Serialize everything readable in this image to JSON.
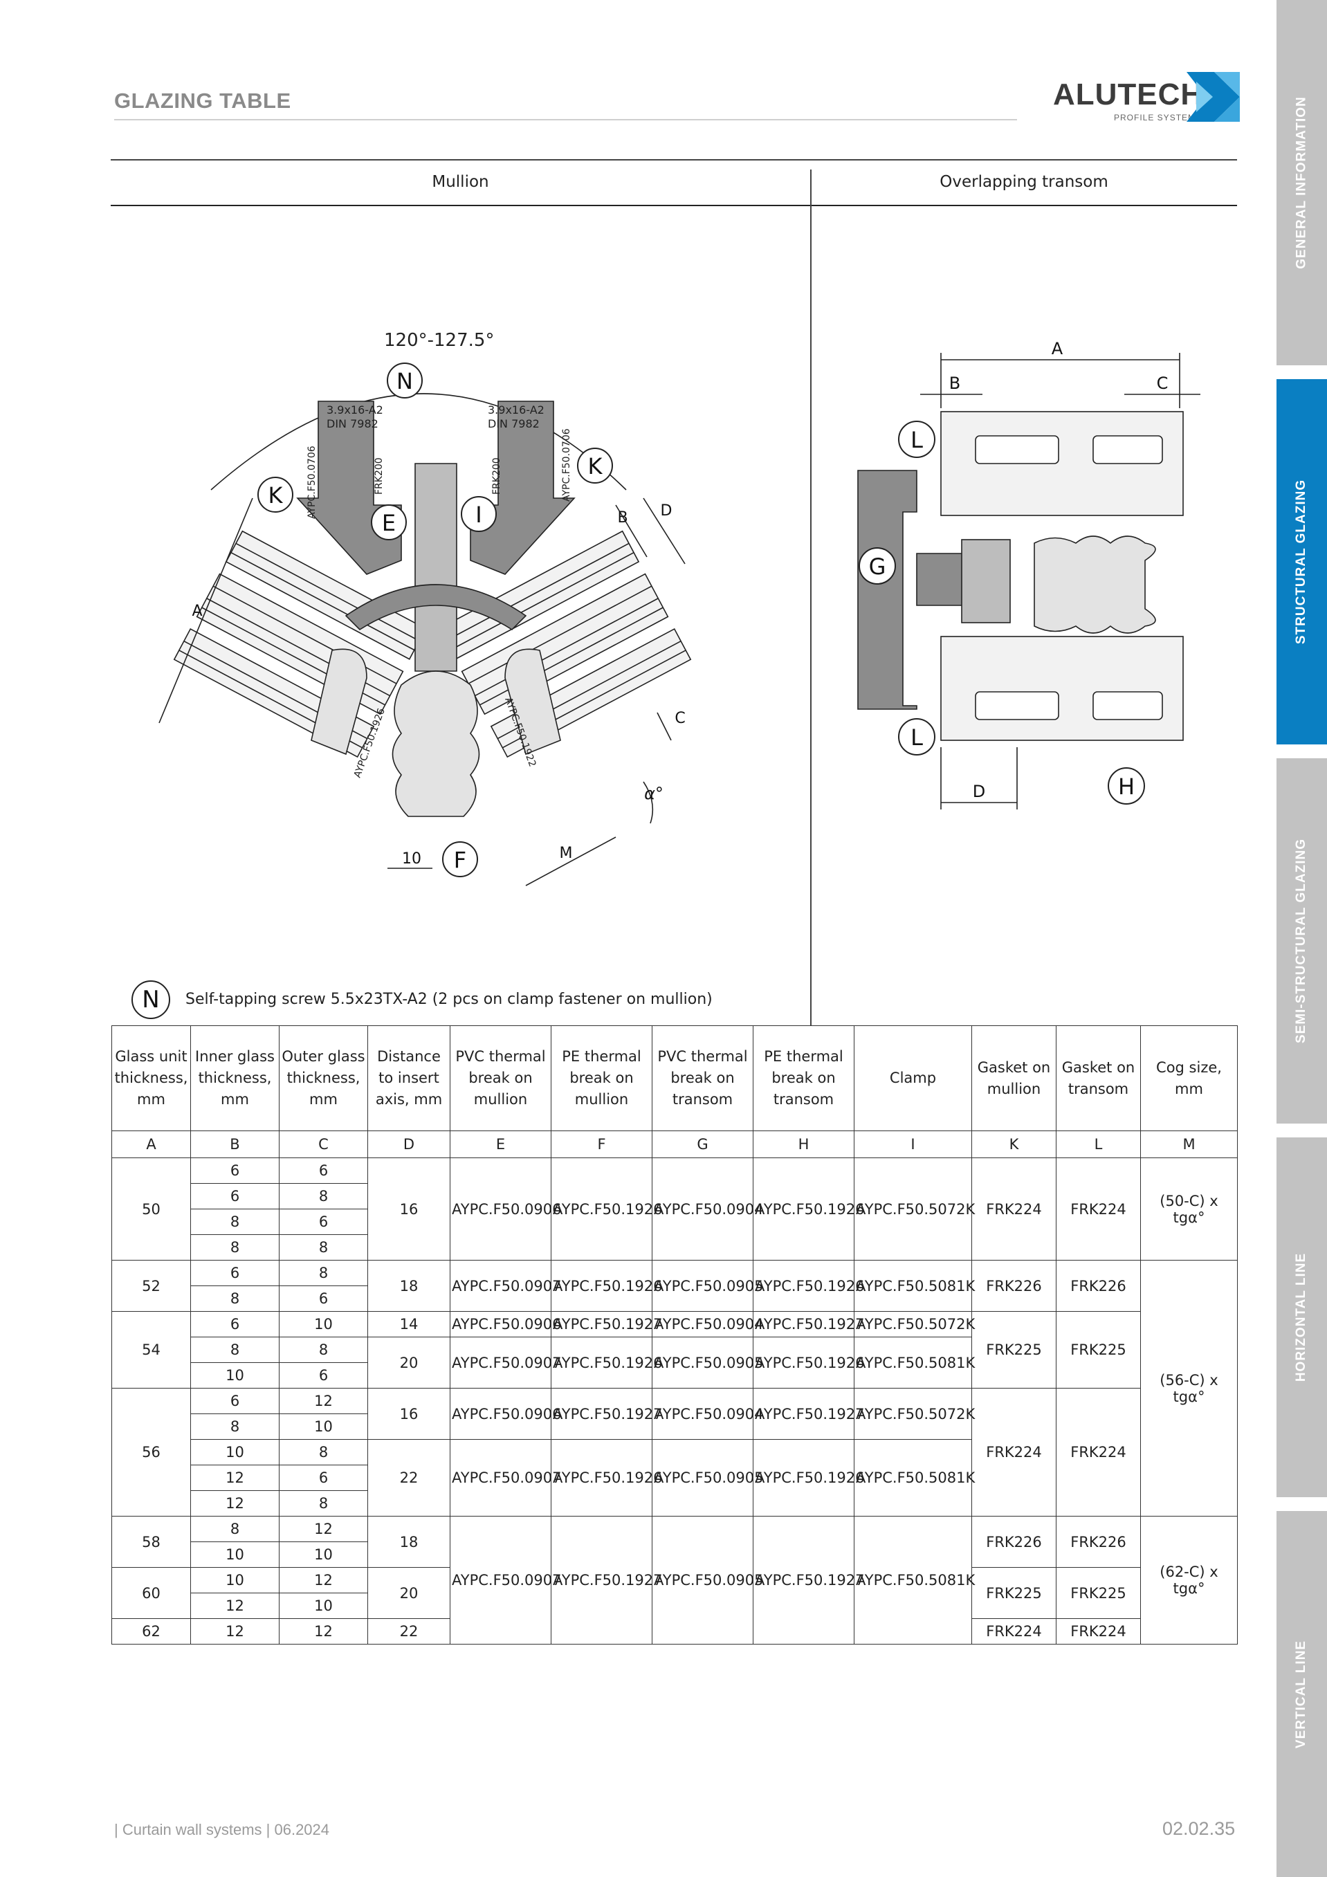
{
  "header": {
    "title": "GLAZING TABLE"
  },
  "logo": {
    "name": "ALUTECH",
    "sub": "PROFILE SYSTEMS"
  },
  "side_tabs": [
    {
      "label": "GENERAL INFORMATION",
      "active": false
    },
    {
      "label": "STRUCTURAL GLAZING",
      "active": true
    },
    {
      "label": "SEMI-STRUCTURAL GLAZING",
      "active": false
    },
    {
      "label": "HORIZONTAL LINE",
      "active": false
    },
    {
      "label": "VERTICAL LINE",
      "active": false
    }
  ],
  "colors": {
    "accent": "#0a7fc2",
    "tab_gray": "#c2c2c2",
    "profile_gray": "#8c8c8c"
  },
  "sections": {
    "left": "Mullion",
    "right": "Overlapping transom"
  },
  "mullion_drawing": {
    "angle": "120°-127.5°",
    "screw_label": "3.9x16-A2",
    "din_label": "DIN 7982",
    "gasket_k_code": "AYPC.F50.0706",
    "frk_code": "FRK200",
    "thermal_code_left": "AYPC.F50.1926",
    "thermal_code_right": "AYPC.F50.1922",
    "dim_10": "10",
    "letters": {
      "N": "N",
      "K": "K",
      "E": "E",
      "I": "I",
      "F": "F",
      "A": "A",
      "B": "B",
      "C": "C",
      "D": "D",
      "M": "M",
      "alpha": "α°"
    }
  },
  "transom_drawing": {
    "letters": {
      "A": "A",
      "B": "B",
      "C": "C",
      "D": "D",
      "G": "G",
      "H": "H",
      "L": "L"
    }
  },
  "note": {
    "marker": "N",
    "text": "Self-tapping screw 5.5x23TX-A2 (2 pcs on clamp fastener on mullion)"
  },
  "table": {
    "headers": [
      "Glass unit thickness, mm",
      "Inner glass thickness, mm",
      "Outer glass thickness, mm",
      "Distance to insert axis, mm",
      "PVC thermal break on mullion",
      "PE thermal break on mullion",
      "PVC thermal break on transom",
      "PE thermal break on transom",
      "Clamp",
      "Gasket on mullion",
      "Gasket on transom",
      "Cog size, mm"
    ],
    "letters": [
      "A",
      "B",
      "C",
      "D",
      "E",
      "F",
      "G",
      "H",
      "I",
      "K",
      "L",
      "M"
    ],
    "rows": [
      {
        "A": "50",
        "B": "6",
        "C": "6",
        "D": "16",
        "E": "AYPC.F50.0906",
        "F": "AYPC.F50.1926",
        "G": "AYPC.F50.0904",
        "H": "AYPC.F50.1926",
        "I": "AYPC.F50.5072K",
        "K": "FRK224",
        "L": "FRK224",
        "M": "(50-C) x tgα°"
      },
      {
        "B": "6",
        "C": "8"
      },
      {
        "B": "8",
        "C": "6"
      },
      {
        "B": "8",
        "C": "8"
      },
      {
        "A": "52",
        "B": "6",
        "C": "8",
        "D": "18",
        "E": "AYPC.F50.0907",
        "F": "AYPC.F50.1926",
        "G": "AYPC.F50.0905",
        "H": "AYPC.F50.1926",
        "I": "AYPC.F50.5081K",
        "K": "FRK226",
        "L": "FRK226",
        "M": "(56-C) x tgα°"
      },
      {
        "B": "8",
        "C": "6"
      },
      {
        "A": "54",
        "B": "6",
        "C": "10",
        "D": "14",
        "E": "AYPC.F50.0906",
        "F": "AYPC.F50.1927",
        "G": "AYPC.F50.0904",
        "H": "AYPC.F50.1927",
        "I": "AYPC.F50.5072K",
        "K": "FRK225",
        "L": "FRK225"
      },
      {
        "B": "8",
        "C": "8",
        "D": "20",
        "E": "AYPC.F50.0907",
        "F": "AYPC.F50.1926",
        "G": "AYPC.F50.0905",
        "H": "AYPC.F50.1926",
        "I": "AYPC.F50.5081K"
      },
      {
        "B": "10",
        "C": "6"
      },
      {
        "A": "56",
        "B": "6",
        "C": "12",
        "D": "16",
        "E": "AYPC.F50.0906",
        "F": "AYPC.F50.1927",
        "G": "AYPC.F50.0904",
        "H": "AYPC.F50.1927",
        "I": "AYPC.F50.5072K",
        "K": "FRK224",
        "L": "FRK224"
      },
      {
        "B": "8",
        "C": "10"
      },
      {
        "B": "10",
        "C": "8",
        "D": "22",
        "E": "AYPC.F50.0907",
        "F": "AYPC.F50.1926",
        "G": "AYPC.F50.0905",
        "H": "AYPC.F50.1926",
        "I": "AYPC.F50.5081K"
      },
      {
        "B": "12",
        "C": "6"
      },
      {
        "B": "12",
        "C": "8"
      },
      {
        "A": "58",
        "B": "8",
        "C": "12",
        "D": "18",
        "E": "AYPC.F50.0907",
        "F": "AYPC.F50.1927",
        "G": "AYPC.F50.0905",
        "H": "AYPC.F50.1927",
        "I": "AYPC.F50.5081K",
        "K": "FRK226",
        "L": "FRK226",
        "M": "(62-C) x tgα°"
      },
      {
        "B": "10",
        "C": "10"
      },
      {
        "A": "60",
        "B": "10",
        "C": "12",
        "D": "20",
        "K": "FRK225",
        "L": "FRK225"
      },
      {
        "B": "12",
        "C": "10"
      },
      {
        "A": "62",
        "B": "12",
        "C": "12",
        "D": "22",
        "K": "FRK224",
        "L": "FRK224"
      }
    ]
  },
  "footer": {
    "left": "| Curtain wall systems | 06.2024",
    "page": "02.02.35"
  }
}
